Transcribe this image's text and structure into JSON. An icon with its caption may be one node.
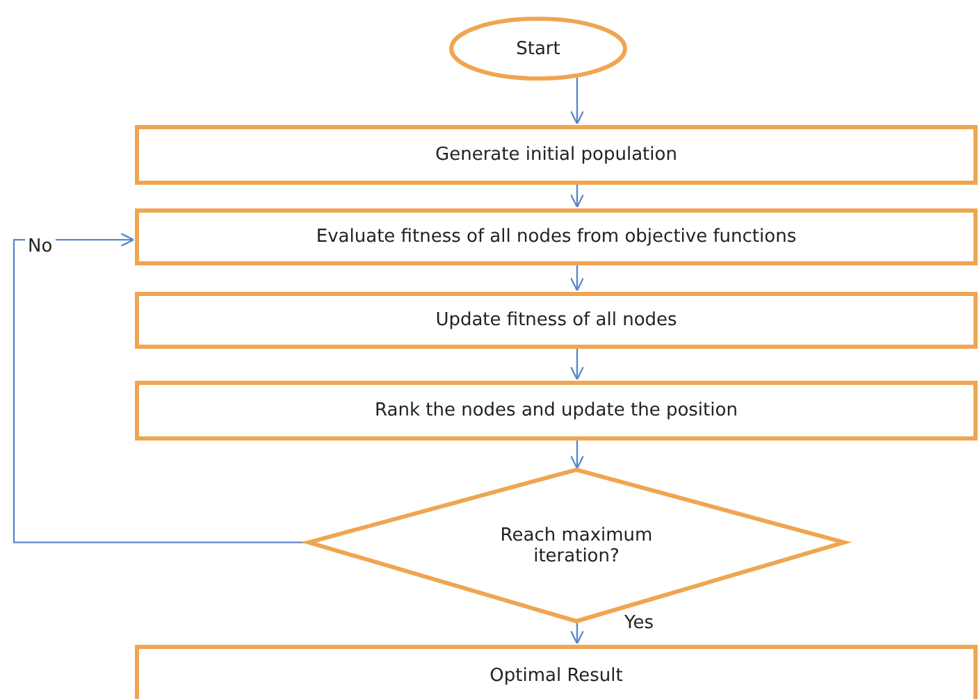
{
  "diagram": {
    "nodes": [
      {
        "text": [
          "Start"
        ]
      },
      {
        "text": [
          "Generate initial population"
        ]
      },
      {
        "text": [
          "Evaluate fitness of all nodes from objective functions"
        ]
      },
      {
        "text": [
          "Update fitness of all nodes"
        ]
      },
      {
        "text": [
          "Rank the nodes and update the position"
        ]
      },
      {
        "text": [
          "Reach maximum iteration?"
        ]
      },
      {
        "text": [
          "Optimal Result"
        ]
      }
    ],
    "edges": [
      {
        "from": 0,
        "to": 1,
        "arrow": "to"
      },
      {
        "from": 1,
        "to": 2,
        "arrow": "to"
      },
      {
        "from": 2,
        "to": 3,
        "arrow": "to"
      },
      {
        "from": 3,
        "to": 4,
        "arrow": "to"
      },
      {
        "from": 4,
        "to": 5,
        "arrow": "to"
      },
      {
        "from": 5,
        "to": 2,
        "arrow": "to",
        "label": "No"
      },
      {
        "from": 5,
        "to": 6,
        "arrow": "to",
        "label": "Yes"
      }
    ]
  }
}
